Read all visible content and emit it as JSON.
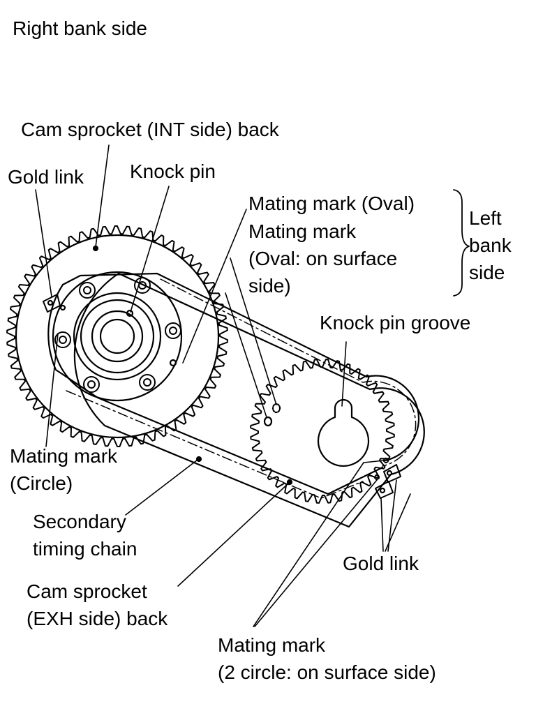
{
  "labels": {
    "right_bank_side": "Right bank side",
    "cam_sprocket_int": "Cam sprocket (INT side) back",
    "gold_link_left": "Gold link",
    "knock_pin": "Knock pin",
    "mating_mark_oval": "Mating mark (Oval)",
    "mating_mark_oval_surface": [
      "Mating mark",
      "(Oval: on surface",
      "side)"
    ],
    "left_bank_side": [
      "Left",
      "bank",
      "side"
    ],
    "knock_pin_groove": "Knock pin groove",
    "mating_mark_circle": [
      "Mating mark",
      "(Circle)"
    ],
    "secondary_timing_chain": [
      "Secondary",
      "timing chain"
    ],
    "gold_link_right": "Gold link",
    "cam_sprocket_exh": [
      "Cam sprocket",
      "(EXH side) back"
    ],
    "mating_mark_2circle": [
      "Mating mark",
      "(2 circle: on surface side)"
    ]
  },
  "colors": {
    "ink": "#000000",
    "paper": "#ffffff"
  }
}
